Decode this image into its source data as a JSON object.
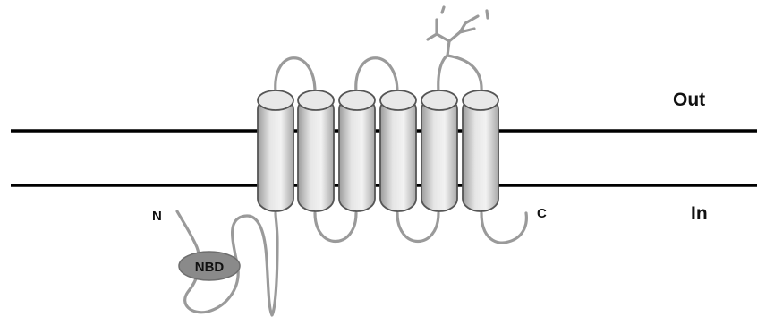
{
  "labels": {
    "out": "Out",
    "in": "In",
    "n_terminus": "N",
    "c_terminus": "C",
    "nbd": "NBD"
  },
  "helix_count": 6,
  "colors": {
    "membrane": "#000000",
    "loop": "#9a9a9a",
    "helix_fill": "#d8d8d8",
    "helix_stroke": "#555555",
    "nbd_fill": "#8a8a8a",
    "text": "#111111"
  }
}
